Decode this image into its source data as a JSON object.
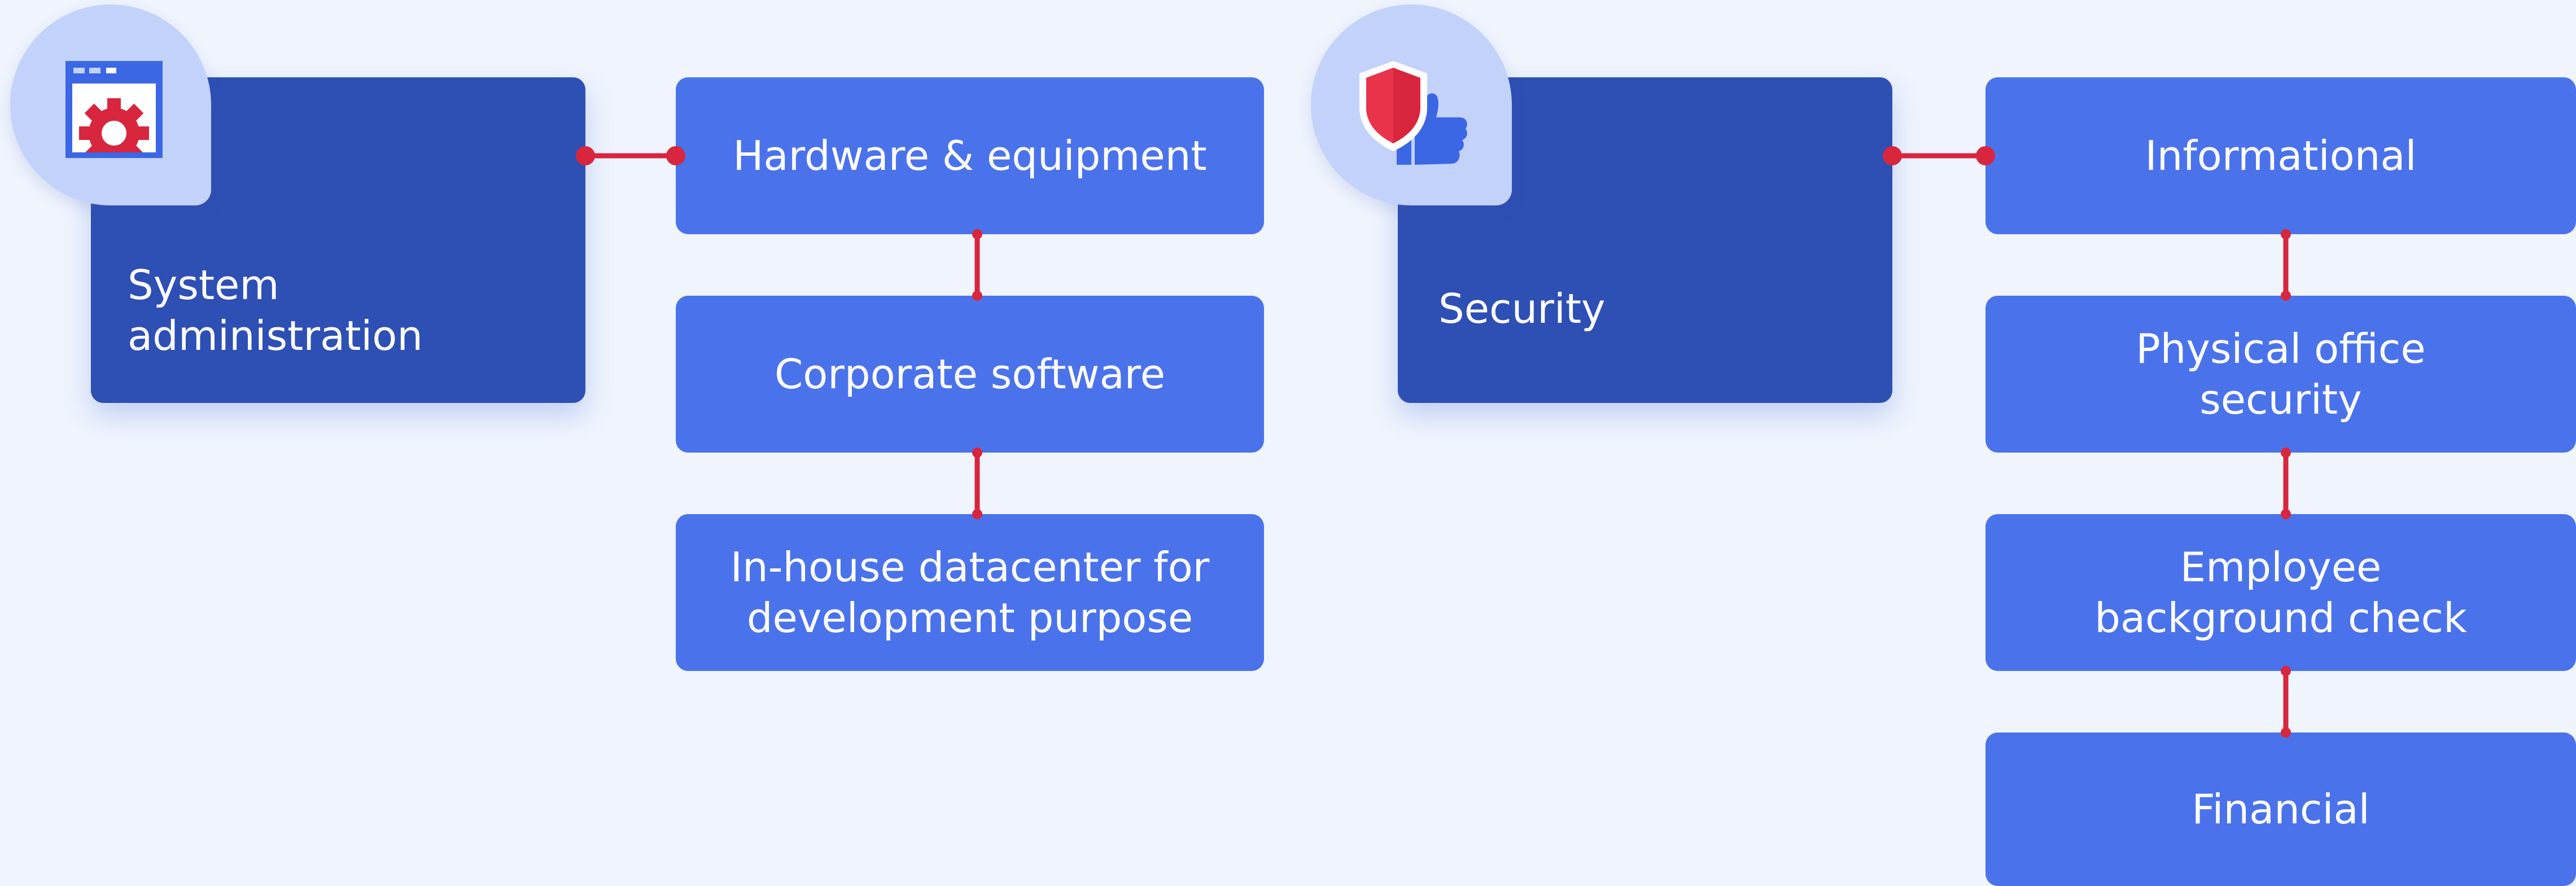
{
  "groups": [
    {
      "title": "System\nadministration",
      "icon": "settings-window-icon",
      "items": [
        "Hardware & equipment",
        "Corporate software",
        "In-house datacenter for\ndevelopment purpose"
      ]
    },
    {
      "title": "Security",
      "icon": "shield-thumbs-up-icon",
      "items": [
        "Informational",
        "Physical office\nsecurity",
        "Employee\nbackground check",
        "Financial"
      ]
    }
  ],
  "colors": {
    "background": "#eff4fd",
    "main_card": "#2e4fb3",
    "sub_card": "#4a73eb",
    "badge": "#c3d2fa",
    "connector": "#d7263d"
  }
}
